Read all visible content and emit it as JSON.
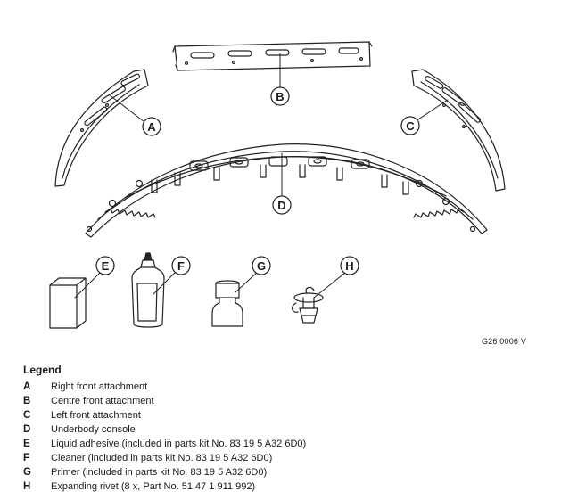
{
  "figure_code": "G26 0006 V",
  "legend": {
    "title": "Legend",
    "items": [
      {
        "key": "A",
        "text": "Right front attachment"
      },
      {
        "key": "B",
        "text": "Centre front attachment"
      },
      {
        "key": "C",
        "text": "Left front attachment"
      },
      {
        "key": "D",
        "text": "Underbody console"
      },
      {
        "key": "E",
        "text": "Liquid adhesive (included in parts kit No. 83 19 5 A32 6D0)"
      },
      {
        "key": "F",
        "text": "Cleaner (included in parts kit No. 83 19 5 A32 6D0)"
      },
      {
        "key": "G",
        "text": "Primer (included in parts kit No. 83 19 5 A32 6D0)"
      },
      {
        "key": "H",
        "text": "Expanding rivet (8 x, Part No. 51 47 1 911 992)"
      }
    ]
  },
  "callouts": {
    "a": "A",
    "b": "B",
    "c": "C",
    "d": "D",
    "e": "E",
    "f": "F",
    "g": "G",
    "h": "H"
  }
}
